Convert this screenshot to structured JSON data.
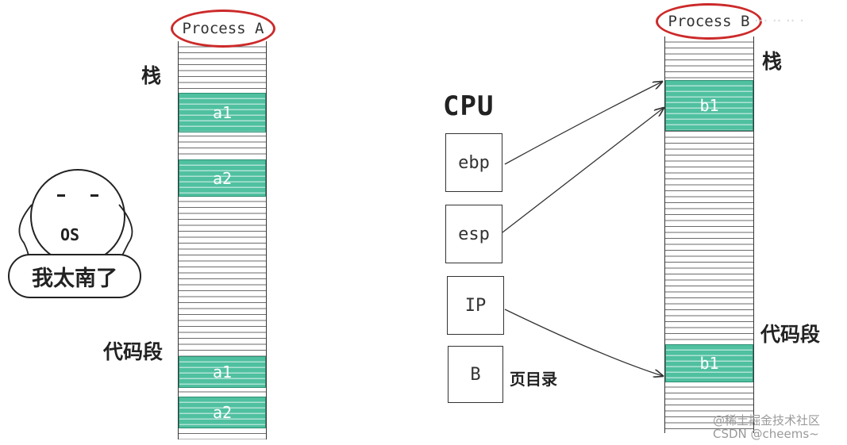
{
  "process_a": {
    "title": "Process A",
    "stack_label": "栈",
    "code_label": "代码段",
    "cells": [
      "a1",
      "a2",
      "a1",
      "a2"
    ]
  },
  "process_b": {
    "title": "Process B",
    "stack_label": "栈",
    "code_label": "代码段",
    "cells": [
      "b1",
      "b1"
    ]
  },
  "cpu": {
    "title": "CPU",
    "registers": [
      "ebp",
      "esp",
      "IP",
      "B"
    ],
    "page_dir_label": "页目录"
  },
  "os_figure": {
    "face_label": "OS",
    "speech": "我太南了"
  },
  "watermark": {
    "line1": "@稀土掘金技术社区",
    "line2": "CSDN @cheems~"
  },
  "colors": {
    "memory_cell": "#4fc0a0",
    "title_oval": "#cc2a2a"
  }
}
